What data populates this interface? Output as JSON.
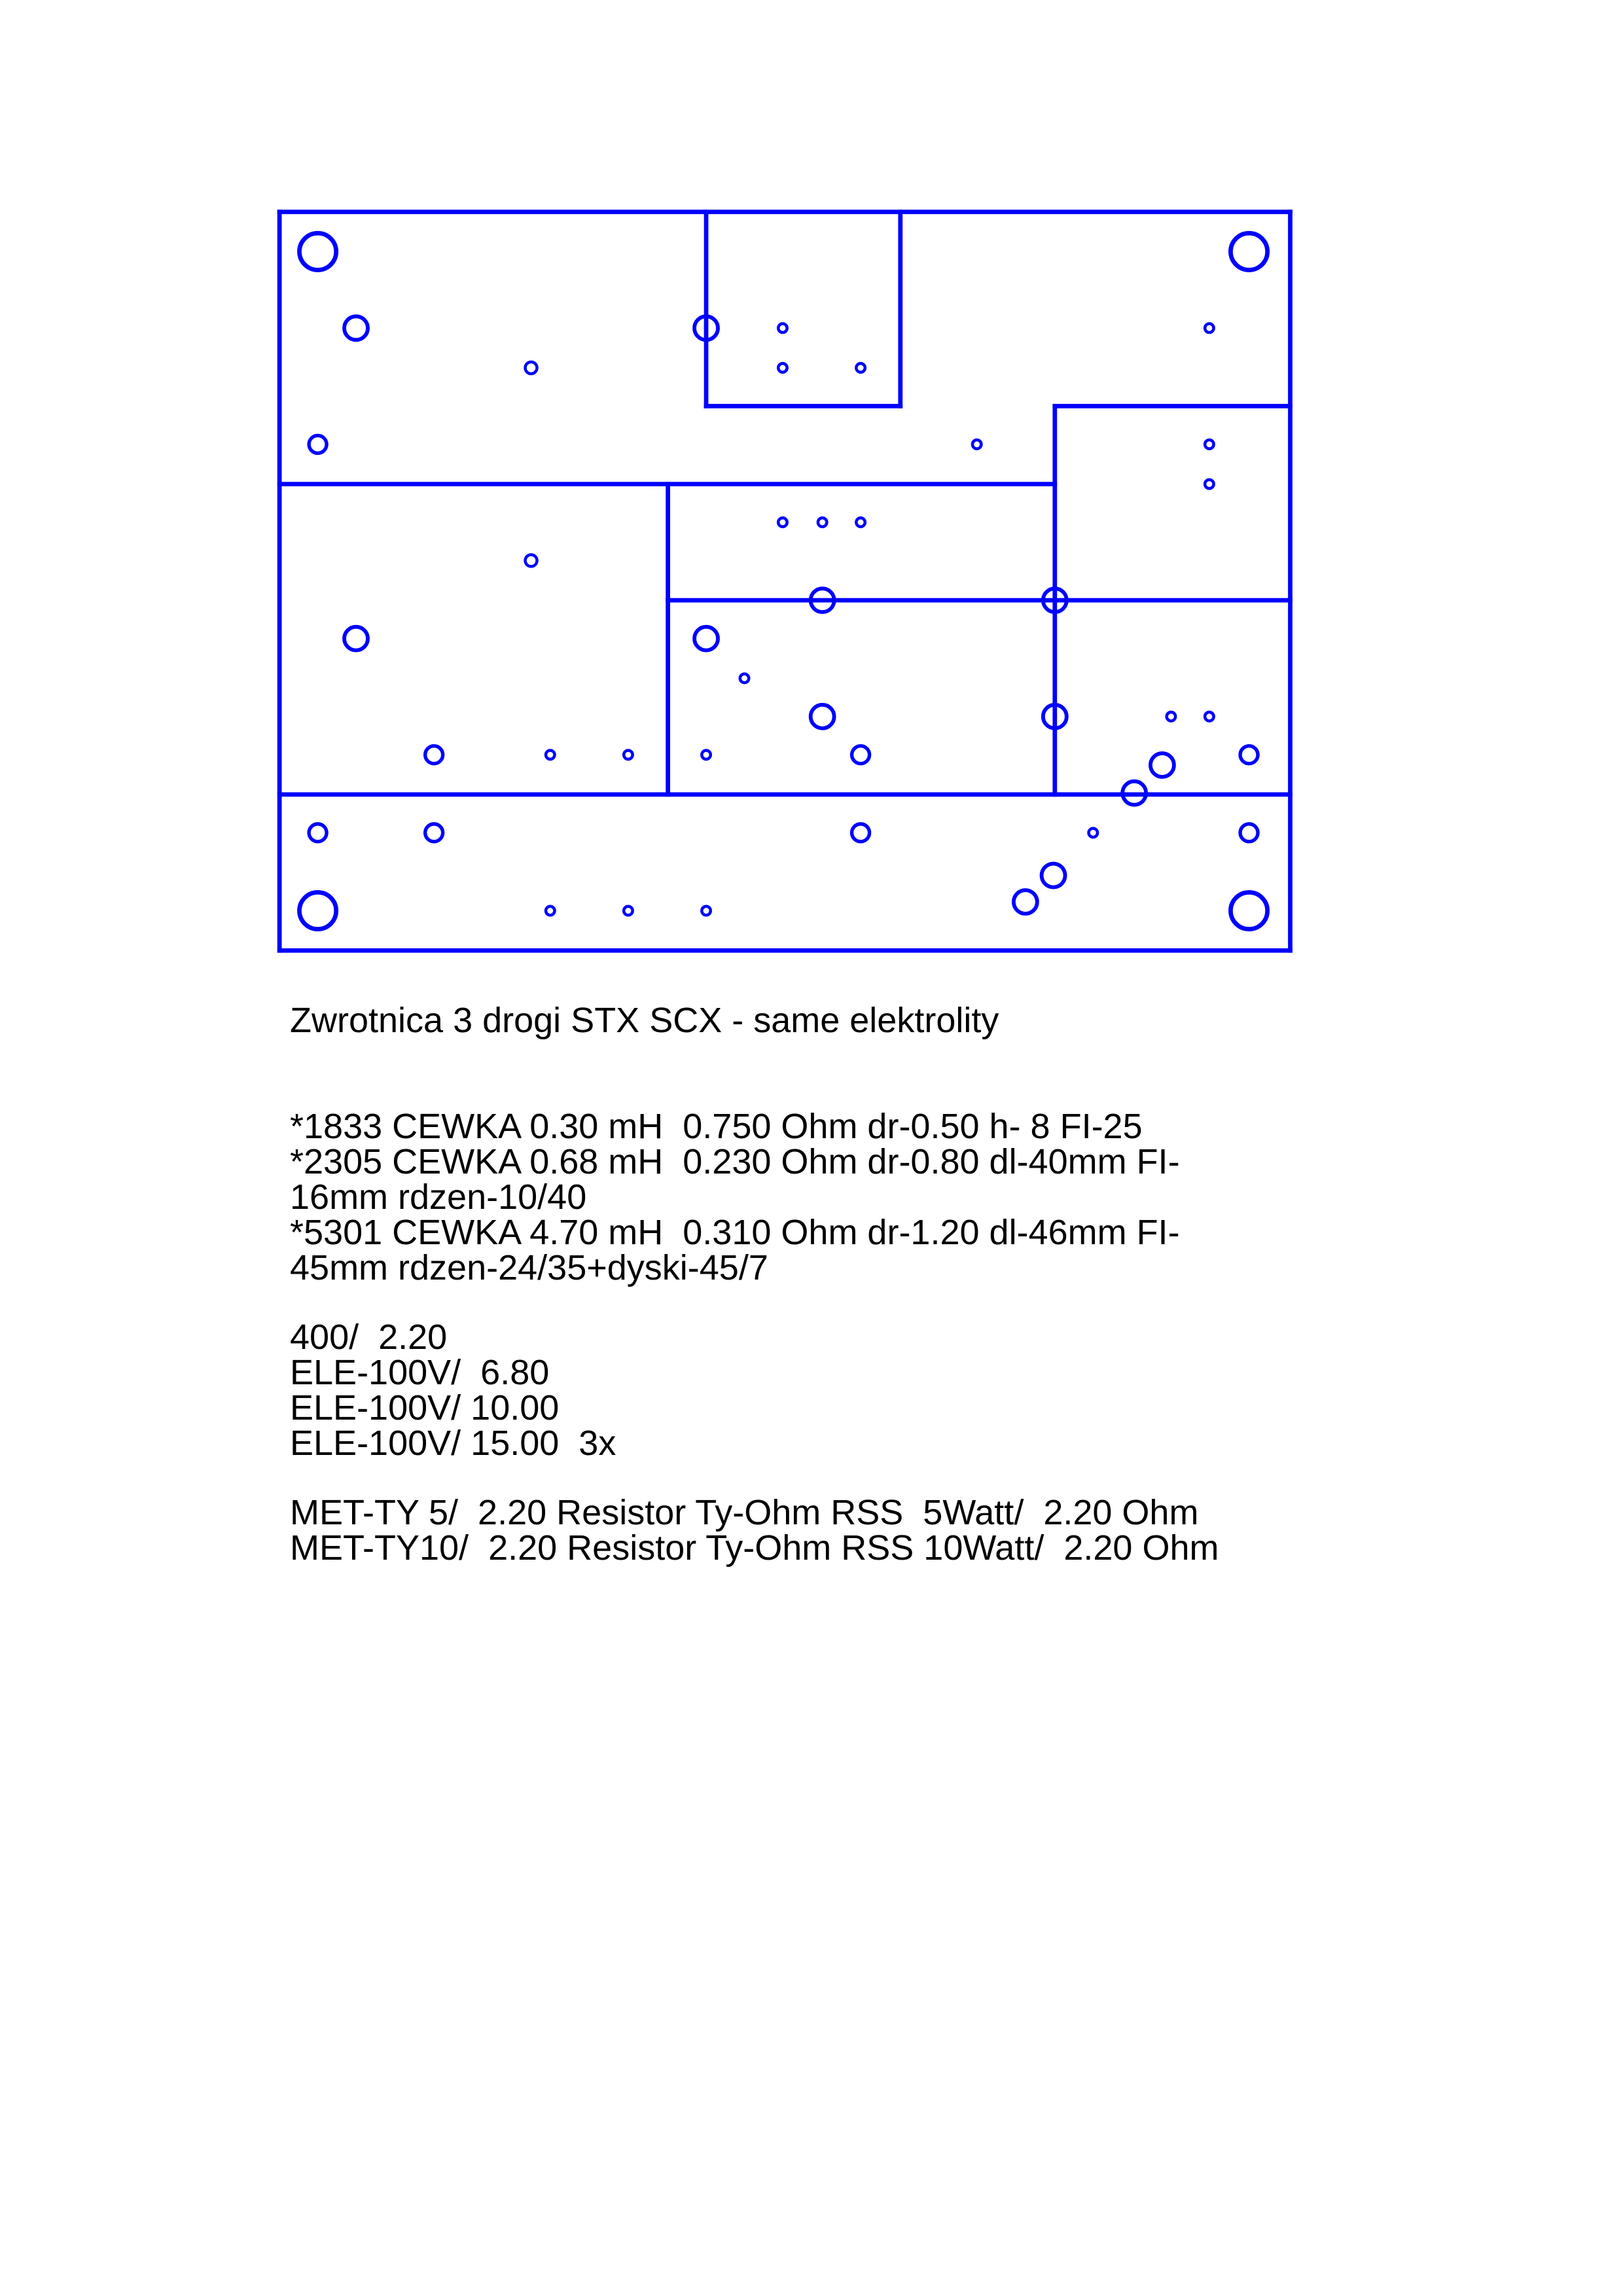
{
  "drawing": {
    "title": "Zwrotnica 3 drogi STX SCX - same elektrolity",
    "stroke_color": "#0000ff"
  },
  "coils": [
    "*1833 CEWKA 0.30 mH  0.750 Ohm dr-0.50 h- 8 FI-25",
    "*2305 CEWKA 0.68 mH  0.230 Ohm dr-0.80 dl-40mm FI-",
    "16mm rdzen-10/40",
    "*5301 CEWKA 4.70 mH  0.310 Ohm dr-1.20 dl-46mm FI-",
    "45mm rdzen-24/35+dyski-45/7"
  ],
  "capacitors": [
    "400/  2.20",
    "ELE-100V/  6.80",
    "ELE-100V/ 10.00",
    "ELE-100V/ 15.00  3x"
  ],
  "resistors": [
    "MET-TY 5/  2.20 Resistor Ty-Ohm RSS  5Watt/  2.20 Ohm",
    "MET-TY10/  2.20 Resistor Ty-Ohm RSS 10Watt/  2.20 Ohm"
  ]
}
